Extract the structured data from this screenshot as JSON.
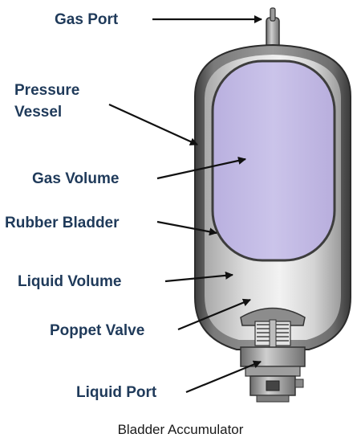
{
  "labels": {
    "gas_port": "Gas Port",
    "pressure_line1": "Pressure",
    "pressure_line2": "Vessel",
    "gas_volume": "Gas Volume",
    "rubber_bladder": "Rubber Bladder",
    "liquid_volume": "Liquid Volume",
    "poppet_valve": "Poppet Valve",
    "liquid_port": "Liquid Port"
  },
  "caption": "Bladder Accumulator",
  "colors": {
    "label_text": "#1f3a5a",
    "gas": "#c6bfe6",
    "shell": "#5b5b5b",
    "liquid": "#d6d6d6"
  }
}
